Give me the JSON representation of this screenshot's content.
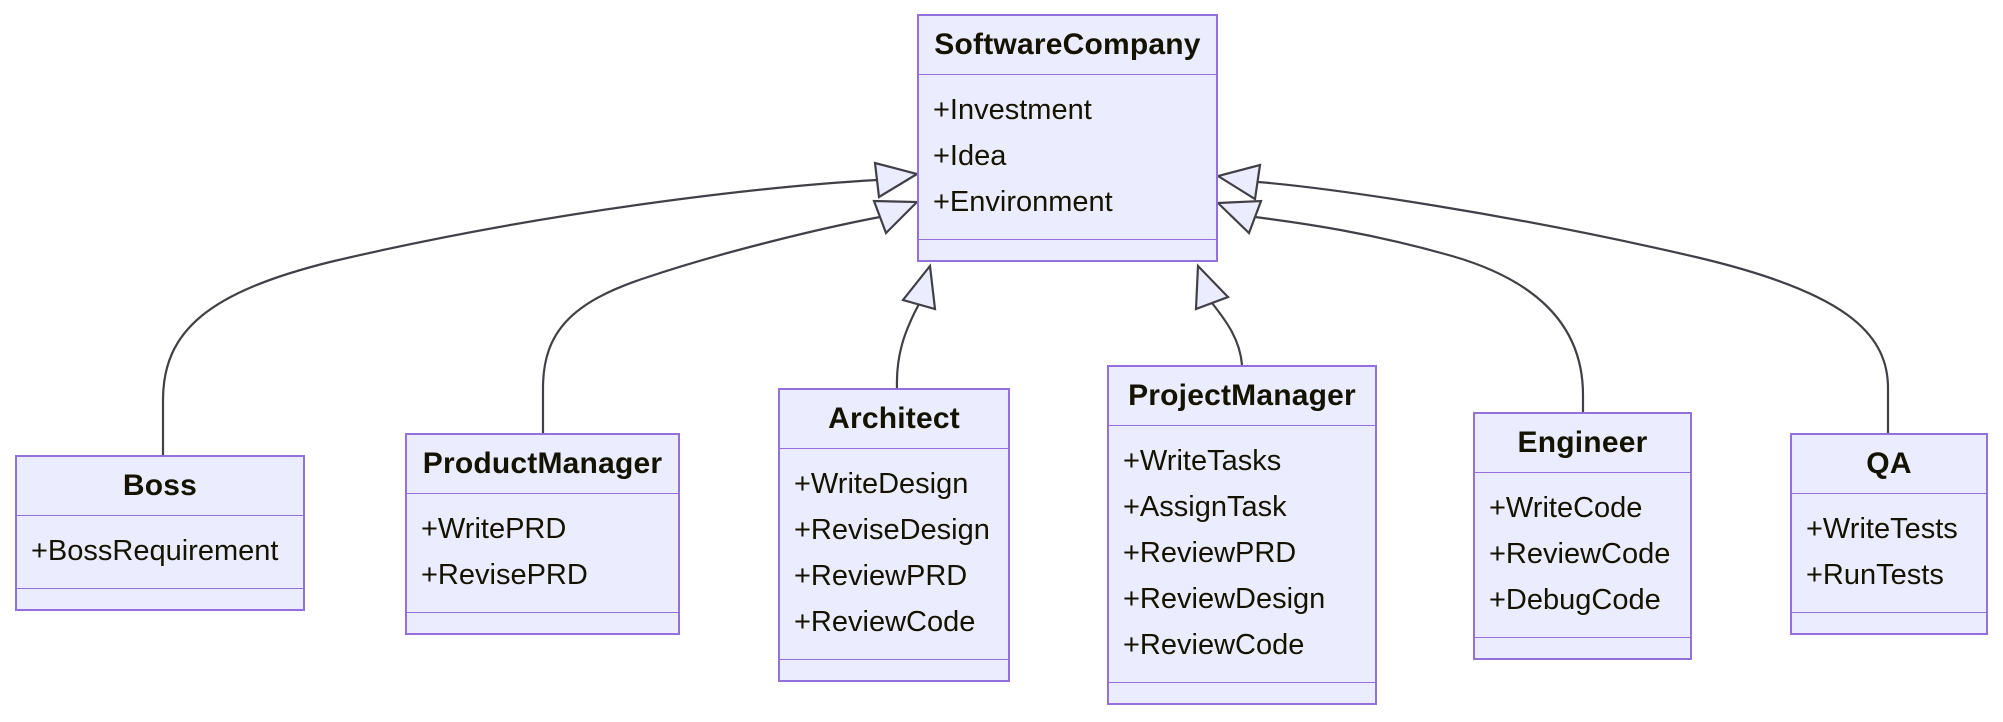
{
  "diagram": {
    "kind": "uml-class-diagram",
    "colors": {
      "node_fill": "#ECECFF",
      "node_border": "#9370DB",
      "edge_stroke": "#404046",
      "text": "#131300",
      "background": "#ffffff"
    }
  },
  "classes": [
    {
      "name": "SoftwareCompany",
      "attributes": [
        "+Investment",
        "+Idea",
        "+Environment"
      ],
      "methods": []
    },
    {
      "name": "Boss",
      "attributes": [
        "+BossRequirement"
      ],
      "methods": []
    },
    {
      "name": "ProductManager",
      "attributes": [
        "+WritePRD",
        "+RevisePRD"
      ],
      "methods": []
    },
    {
      "name": "Architect",
      "attributes": [
        "+WriteDesign",
        "+ReviseDesign",
        "+ReviewPRD",
        "+ReviewCode"
      ],
      "methods": []
    },
    {
      "name": "ProjectManager",
      "attributes": [
        "+WriteTasks",
        "+AssignTask",
        "+ReviewPRD",
        "+ReviewDesign",
        "+ReviewCode"
      ],
      "methods": []
    },
    {
      "name": "Engineer",
      "attributes": [
        "+WriteCode",
        "+ReviewCode",
        "+DebugCode"
      ],
      "methods": []
    },
    {
      "name": "QA",
      "attributes": [
        "+WriteTests",
        "+RunTests"
      ],
      "methods": []
    }
  ],
  "relations": [
    {
      "from": "Boss",
      "to": "SoftwareCompany",
      "type": "inheritance"
    },
    {
      "from": "ProductManager",
      "to": "SoftwareCompany",
      "type": "inheritance"
    },
    {
      "from": "Architect",
      "to": "SoftwareCompany",
      "type": "inheritance"
    },
    {
      "from": "ProjectManager",
      "to": "SoftwareCompany",
      "type": "inheritance"
    },
    {
      "from": "Engineer",
      "to": "SoftwareCompany",
      "type": "inheritance"
    },
    {
      "from": "QA",
      "to": "SoftwareCompany",
      "type": "inheritance"
    }
  ]
}
